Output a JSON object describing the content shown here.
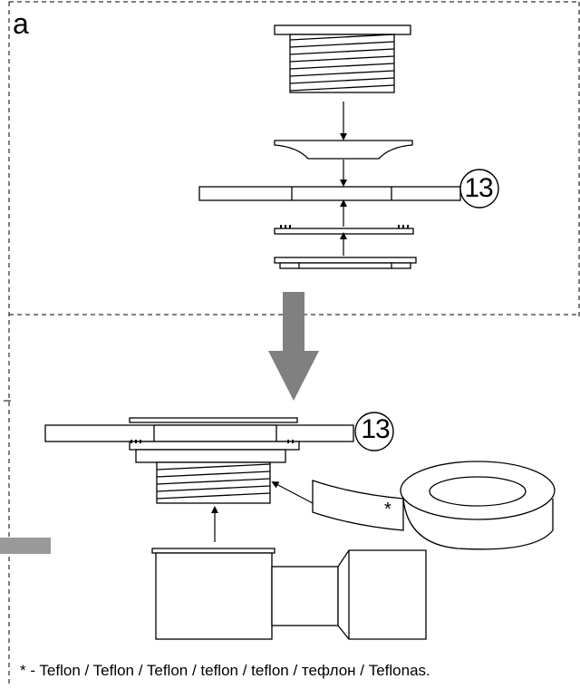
{
  "figure": {
    "panel_label": "a",
    "callout_number_top": "13",
    "callout_number_bottom": "13",
    "tape_marker": "*",
    "footnote": "* - Teflon / Teflon / Teflon / teflon / teflon / тефлон / Teflonas."
  },
  "colors": {
    "line": "#000000",
    "arrow_fill": "#808080",
    "gray_block": "#999999",
    "background": "#ffffff"
  }
}
